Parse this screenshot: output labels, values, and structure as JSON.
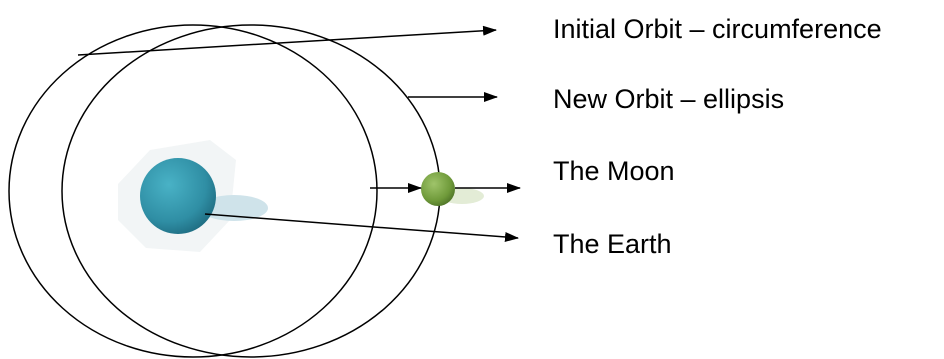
{
  "diagram": {
    "labels": {
      "initial_orbit": "Initial Orbit – circumference",
      "new_orbit": "New Orbit – ellipsis",
      "moon": "The Moon",
      "earth": "The Earth"
    },
    "colors": {
      "stroke": "#000000",
      "earth": "#2f8ea4",
      "earth_shadow": "#cfe3ea",
      "moon": "#6f9a3a",
      "moon_shadow": "#e3ecd6",
      "background": "#ffffff"
    }
  }
}
